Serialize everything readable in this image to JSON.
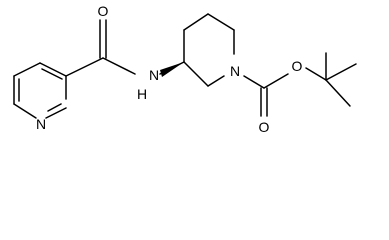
{
  "molecule": {
    "atoms": {
      "carbonyl_oxygen_amide": "O",
      "amide_nitrogen": "N",
      "amide_hydrogen": "H",
      "pyridine_nitrogen": "N",
      "piperidine_nitrogen": "N",
      "ester_oxygen": "O",
      "carbamate_carbonyl_oxygen": "O"
    },
    "colors": {
      "bond": "#000000",
      "label": "#000000",
      "background": "#ffffff"
    }
  }
}
